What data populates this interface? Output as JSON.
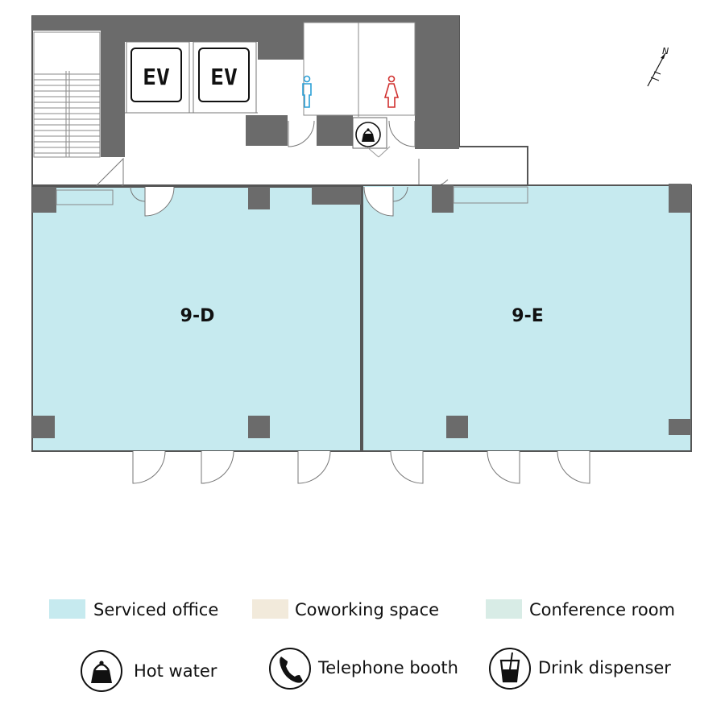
{
  "floor": {
    "rooms": [
      {
        "id": "9-D",
        "label": "9-D",
        "type": "serviced-office"
      },
      {
        "id": "9-E",
        "label": "9-E",
        "type": "serviced-office"
      }
    ],
    "elevators": [
      {
        "label": "EV"
      },
      {
        "label": "EV"
      }
    ],
    "restrooms": [
      {
        "gender": "male",
        "icon": "male-restroom-icon",
        "color": "#2a9fd6"
      },
      {
        "gender": "female",
        "icon": "female-restroom-icon",
        "color": "#d0302f"
      }
    ],
    "compass": {
      "label": "N"
    },
    "amenity_on_plan": "hot-water-icon"
  },
  "legend": {
    "areas": [
      {
        "label": "Serviced office",
        "color": "#c6eaef"
      },
      {
        "label": "Coworking space",
        "color": "#f2eadb"
      },
      {
        "label": "Conference room",
        "color": "#d8ece6"
      }
    ],
    "icons": [
      {
        "label": "Hot water",
        "icon": "hot-water-icon"
      },
      {
        "label": "Telephone booth",
        "icon": "telephone-icon"
      },
      {
        "label": "Drink dispenser",
        "icon": "drink-dispenser-icon"
      }
    ]
  },
  "colors": {
    "office_fill": "#c6eaef",
    "wall": "#6b6b6b",
    "line": "#555555"
  }
}
